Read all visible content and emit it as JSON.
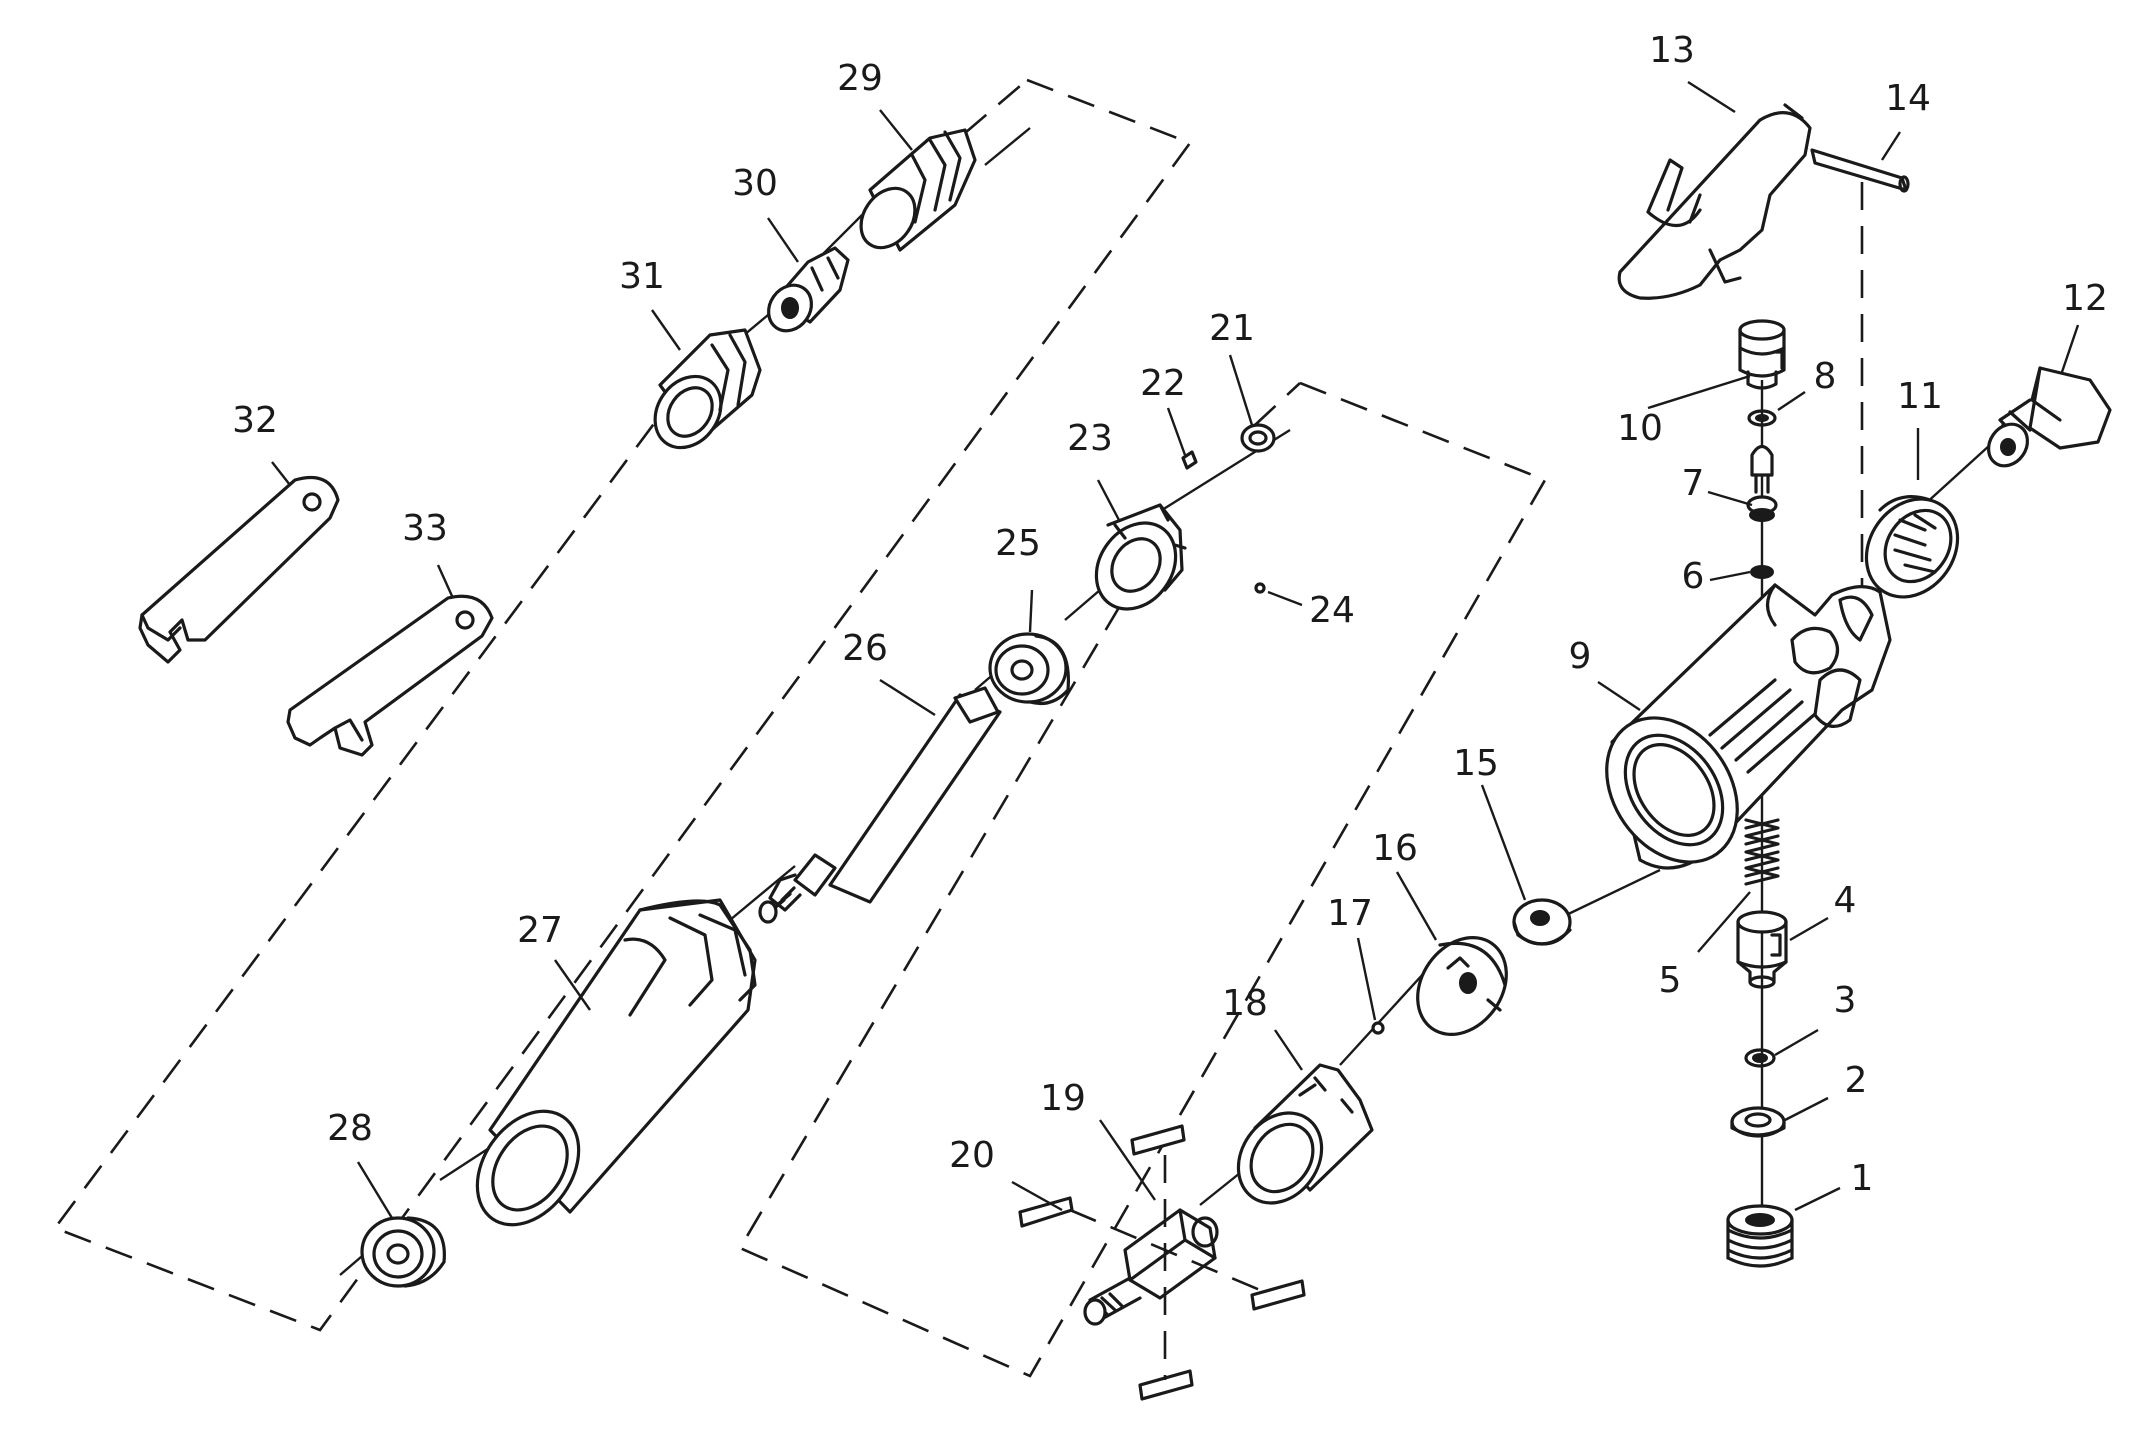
{
  "callouts": [
    {
      "id": "1",
      "text": "1"
    },
    {
      "id": "2",
      "text": "2"
    },
    {
      "id": "3",
      "text": "3"
    },
    {
      "id": "4",
      "text": "4"
    },
    {
      "id": "5",
      "text": "5"
    },
    {
      "id": "6",
      "text": "6"
    },
    {
      "id": "7",
      "text": "7"
    },
    {
      "id": "8",
      "text": "8"
    },
    {
      "id": "9",
      "text": "9"
    },
    {
      "id": "10",
      "text": "10"
    },
    {
      "id": "11",
      "text": "11"
    },
    {
      "id": "12",
      "text": "12"
    },
    {
      "id": "13",
      "text": "13"
    },
    {
      "id": "14",
      "text": "14"
    },
    {
      "id": "15",
      "text": "15"
    },
    {
      "id": "16",
      "text": "16"
    },
    {
      "id": "17",
      "text": "17"
    },
    {
      "id": "18",
      "text": "18"
    },
    {
      "id": "19",
      "text": "19"
    },
    {
      "id": "20",
      "text": "20"
    },
    {
      "id": "21",
      "text": "21"
    },
    {
      "id": "22",
      "text": "22"
    },
    {
      "id": "23",
      "text": "23"
    },
    {
      "id": "24",
      "text": "24"
    },
    {
      "id": "25",
      "text": "25"
    },
    {
      "id": "26",
      "text": "26"
    },
    {
      "id": "27",
      "text": "27"
    },
    {
      "id": "28",
      "text": "28"
    },
    {
      "id": "29",
      "text": "29"
    },
    {
      "id": "30",
      "text": "30"
    },
    {
      "id": "31",
      "text": "31"
    },
    {
      "id": "32",
      "text": "32"
    },
    {
      "id": "33",
      "text": "33"
    }
  ]
}
